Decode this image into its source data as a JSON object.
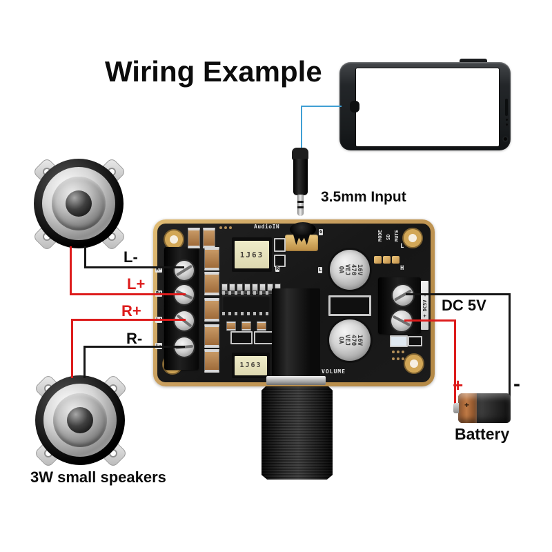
{
  "title": "Wiring Example",
  "annotations": {
    "input": "3.5mm Input",
    "dc": "DC 5V",
    "battery": "Battery",
    "battery_plus": "+",
    "battery_minus": "-",
    "speakers": "3W small speakers"
  },
  "wire_labels": [
    {
      "text": "L-",
      "color": "#0c0c0c"
    },
    {
      "text": "L+",
      "color": "#dd1c1c"
    },
    {
      "text": "R+",
      "color": "#dd1c1c"
    },
    {
      "text": "R-",
      "color": "#0c0c0c"
    }
  ],
  "board": {
    "silkscreen": {
      "audio_in": "AudioIN",
      "jumpers": [
        "MODE",
        "SD",
        "MUTE"
      ],
      "jumper_l": "L",
      "jumper_h": "H",
      "gnd": "G",
      "right_ch": "R",
      "left_ch": "L",
      "volume": "VOLUME",
      "dc_strip": "+ DC5V -",
      "terminals": [
        "R-",
        "R+",
        "L+",
        "L-"
      ]
    },
    "parts": {
      "inductor_top": "1J63",
      "inductor_bottom": "1J63",
      "cap_print": [
        "OA",
        "VEJ",
        "470",
        "16V"
      ]
    }
  },
  "colors": {
    "wire_red": "#dd1c1c",
    "wire_black": "#151515",
    "wire_blue": "#3f9fd4",
    "pcb_gold": "#c89e5e",
    "pcb_black": "#181818",
    "battery_copper": "#a4633a"
  }
}
